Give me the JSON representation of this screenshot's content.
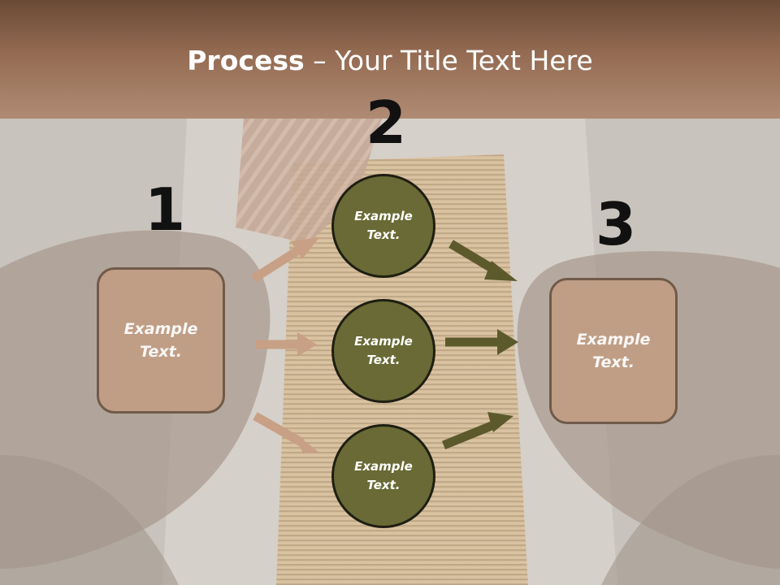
{
  "title": {
    "bold": "Process",
    "rest": " – Your Title Text Here"
  },
  "steps": [
    {
      "number": "1",
      "text": "Example\nText."
    },
    {
      "number": "2"
    },
    {
      "number": "3",
      "text": "Example\nText."
    }
  ],
  "circles": [
    {
      "text": "Example\nText."
    },
    {
      "text": "Example\nText."
    },
    {
      "text": "Example\nText."
    }
  ],
  "colors": {
    "header": "#946b52",
    "box_fill": "#c29e84",
    "box_border": "#6b5443",
    "circle_fill": "#696a35",
    "arrow_left": "#c7a085",
    "arrow_right": "#5c5a2c"
  }
}
